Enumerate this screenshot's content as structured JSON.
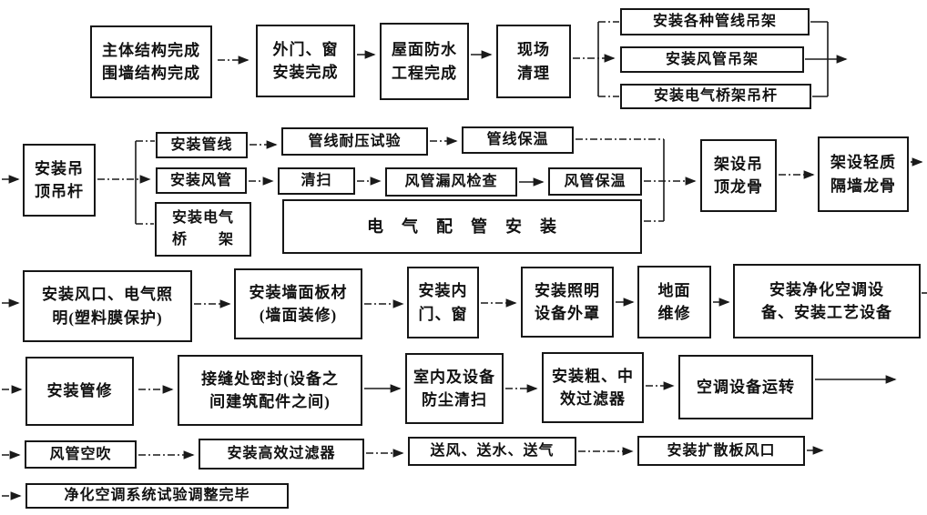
{
  "colors": {
    "ink": "#161616",
    "background": "#ffffff"
  },
  "nodes": {
    "main_structure": "主体结构完成\n围墙结构完成",
    "outer_doors_windows": "外门、窗\n安装完成",
    "roof_waterproof": "屋面防水\n工程完成",
    "site_cleanup": "现场\n清理",
    "pipeline_hangers": "安装各种管线吊架",
    "duct_hangers": "安装风管吊架",
    "cable_tray_rods": "安装电气桥架吊杆",
    "ceiling_rods": "安装吊\n顶吊杆",
    "install_pipelines": "安装管线",
    "install_ducts": "安装风管",
    "install_cable_tray": "安装电气\n桥　　架",
    "pipeline_pressure_test": "管线耐压试验",
    "pipeline_insulation": "管线保温",
    "cleaning": "清扫",
    "duct_leak_check": "风管漏风检查",
    "duct_insulation": "风管保温",
    "electrical_conduit": "电　气　配　管　安　装",
    "ceiling_keel": "架设吊\n顶龙骨",
    "partition_keel": "架设轻质\n隔墙龙骨",
    "air_outlets_lighting": "安装风口、电气照\n明(塑料膜保护)",
    "wall_panels": "安装墙面板材\n(墙面装修)",
    "inner_doors_windows": "安装内\n门、窗",
    "lighting_covers": "安装照明\n设备外罩",
    "floor_repair": "地面\n维修",
    "clean_ac_equipment": "安装净化空调设\n备、安装工艺设备",
    "pipe_trim": "安装管修",
    "joint_sealing": "接缝处密封(设备之\n间建筑配件之间)",
    "dust_cleaning": "室内及设备\n防尘清扫",
    "coarse_medium_filters": "安装粗、中\n效过滤器",
    "ac_equipment_run": "空调设备运转",
    "duct_blow": "风管空吹",
    "hepa_filters": "安装高效过滤器",
    "supply_air_water_gas": "送风、送水、送气",
    "diffuser_outlets": "安装扩散板风口",
    "system_test_complete": "净化空调系统试验调整完毕"
  }
}
